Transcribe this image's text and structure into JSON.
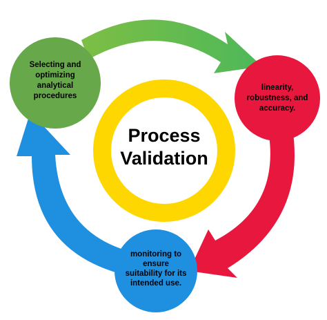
{
  "center": {
    "title_line1": "Process",
    "title_line2": "Validation",
    "ring_color": "#FFD700"
  },
  "steps": [
    {
      "position": "top-left",
      "color": "#66A84A",
      "lines": [
        "Selecting and",
        "optimizing",
        "analytical",
        "procedures"
      ]
    },
    {
      "position": "right",
      "color": "#E8173E",
      "lines": [
        "linearity,",
        "robustness, and",
        "accuracy."
      ]
    },
    {
      "position": "bottom",
      "color": "#1F8FE0",
      "lines": [
        "monitoring to",
        "ensure",
        "suitability for its",
        "intended use."
      ]
    }
  ],
  "arrows": [
    {
      "from": "top-left",
      "to": "right",
      "color": "#72B84A",
      "icon": "curved-arrow-icon"
    },
    {
      "from": "right",
      "to": "bottom",
      "color": "#E8173E",
      "icon": "curved-arrow-icon"
    },
    {
      "from": "bottom",
      "to": "top-left",
      "color": "#1F8FE0",
      "icon": "curved-arrow-icon"
    }
  ]
}
